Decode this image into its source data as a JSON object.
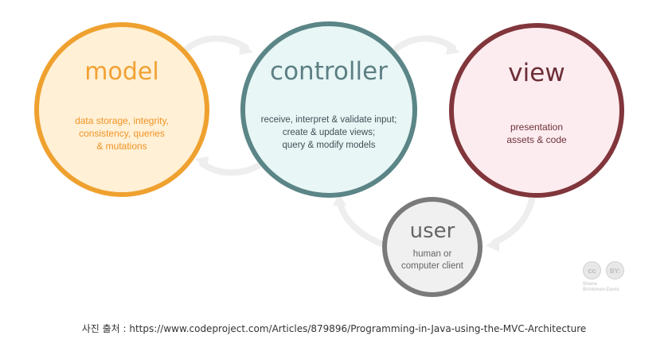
{
  "diagram": {
    "nodes": {
      "model": {
        "title": "model",
        "description": "data storage, integrity,\nconsistency, queries\n& mutations",
        "fill_color": "#fff0d6",
        "stroke_color": "#efa12f",
        "text_color": "#f09424"
      },
      "controller": {
        "title": "controller",
        "description": "receive, interpret & validate input;\ncreate & update views;\nquery & modify models",
        "fill_color": "#e8f6f6",
        "stroke_color": "#5b8586",
        "text_color": "#444f55"
      },
      "view": {
        "title": "view",
        "description": "presentation\nassets & code",
        "fill_color": "#fcecef",
        "stroke_color": "#81363c",
        "text_color": "#6e323b"
      },
      "user": {
        "title": "user",
        "description": "human or\ncomputer client",
        "fill_color": "#f0f0f0",
        "stroke_color": "#7a7a7a",
        "text_color": "#666666"
      }
    },
    "flow_arrows": [
      {
        "from": "model",
        "to": "controller"
      },
      {
        "from": "controller",
        "to": "model"
      },
      {
        "from": "controller",
        "to": "view"
      },
      {
        "from": "view",
        "to": "user"
      },
      {
        "from": "user",
        "to": "controller"
      }
    ],
    "license_badge": {
      "cc_label": "cc",
      "by_label": "BY:",
      "author": "Shane\nBrinkman-Davis"
    }
  },
  "caption": {
    "text": "사진 출처 : https://www.codeproject.com/Articles/879896/Programming-in-Java-using-the-MVC-Architecture"
  }
}
